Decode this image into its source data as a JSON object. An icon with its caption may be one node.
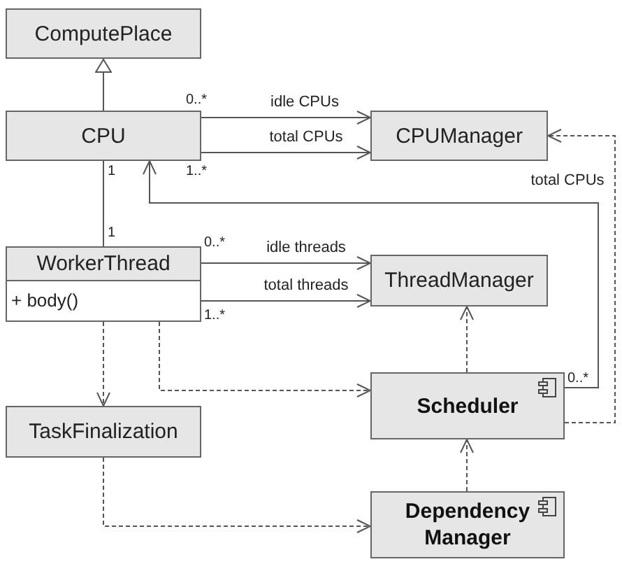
{
  "diagram": {
    "nodes": [
      {
        "text": [
          "ComputePlace"
        ]
      },
      {
        "text": [
          "CPU"
        ]
      },
      {
        "text": [
          "CPUManager"
        ]
      },
      {
        "text": [
          "WorkerThread",
          "+ body()"
        ]
      },
      {
        "text": [
          "ThreadManager"
        ]
      },
      {
        "text": [
          "Scheduler"
        ]
      },
      {
        "text": [
          "TaskFinalization"
        ]
      },
      {
        "text": [
          "Dependency Manager"
        ]
      }
    ],
    "edges": [
      {
        "from": 1,
        "to": 0,
        "arrow": "to"
      },
      {
        "from": 1,
        "to": 2,
        "arrow": "to",
        "label": "idle CPUs"
      },
      {
        "from": 1,
        "to": 2,
        "arrow": "to",
        "label": "total CPUs"
      },
      {
        "from": 1,
        "to": 3,
        "arrow": "none"
      },
      {
        "from": 5,
        "to": 1,
        "arrow": "to",
        "label": "total CPUs"
      },
      {
        "from": 5,
        "to": 2,
        "arrow": "to",
        "style": "dashed"
      },
      {
        "from": 3,
        "to": 4,
        "arrow": "to",
        "label": "idle threads"
      },
      {
        "from": 3,
        "to": 4,
        "arrow": "to",
        "label": "total threads"
      },
      {
        "from": 3,
        "to": 6,
        "arrow": "to",
        "style": "dashed"
      },
      {
        "from": 3,
        "to": 5,
        "arrow": "to",
        "style": "dashed"
      },
      {
        "from": 5,
        "to": 4,
        "arrow": "to",
        "style": "dashed"
      },
      {
        "from": 6,
        "to": 7,
        "arrow": "to",
        "style": "dashed"
      },
      {
        "from": 7,
        "to": 5,
        "arrow": "to",
        "style": "dashed"
      }
    ],
    "labels": [
      "0..*",
      "1",
      "1..*",
      "1",
      "0..*",
      "1..*",
      "0..*"
    ]
  }
}
